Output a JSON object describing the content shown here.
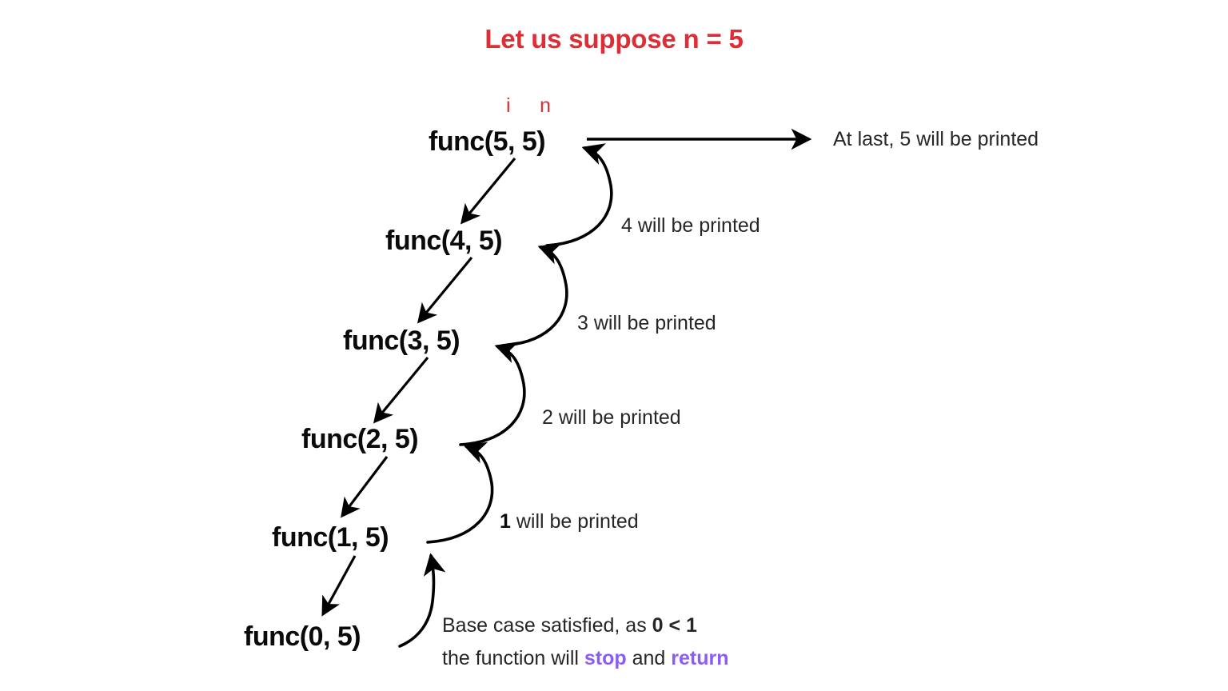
{
  "title": "Let us suppose n = 5",
  "colors": {
    "accent_red": "#e02c35",
    "keyword_purple": "#8b5cf6",
    "text": "#262626",
    "arrow": "#000000",
    "background": "#ffffff"
  },
  "arg_labels": [
    {
      "text": "i"
    },
    {
      "text": "n"
    }
  ],
  "nodes": [
    {
      "label": "func(5, 5)"
    },
    {
      "label": "func(4, 5)"
    },
    {
      "label": "func(3, 5)"
    },
    {
      "label": "func(2, 5)"
    },
    {
      "label": "func(1, 5)"
    },
    {
      "label": "func(0, 5)"
    }
  ],
  "annotations": {
    "final_print": "At last, 5 will be printed",
    "print_4": "4 will be printed",
    "print_3": "3 will be printed",
    "print_2": "2 will be printed",
    "print_1_number": "1",
    "print_1_rest": " will be printed",
    "base_case_line1_a": "Base case satisfied, as ",
    "base_case_line1_b": "0 < 1",
    "base_case_line2_a": "the function will ",
    "base_case_line2_stop": "stop",
    "base_case_line2_b": " and ",
    "base_case_line2_return": "return"
  }
}
